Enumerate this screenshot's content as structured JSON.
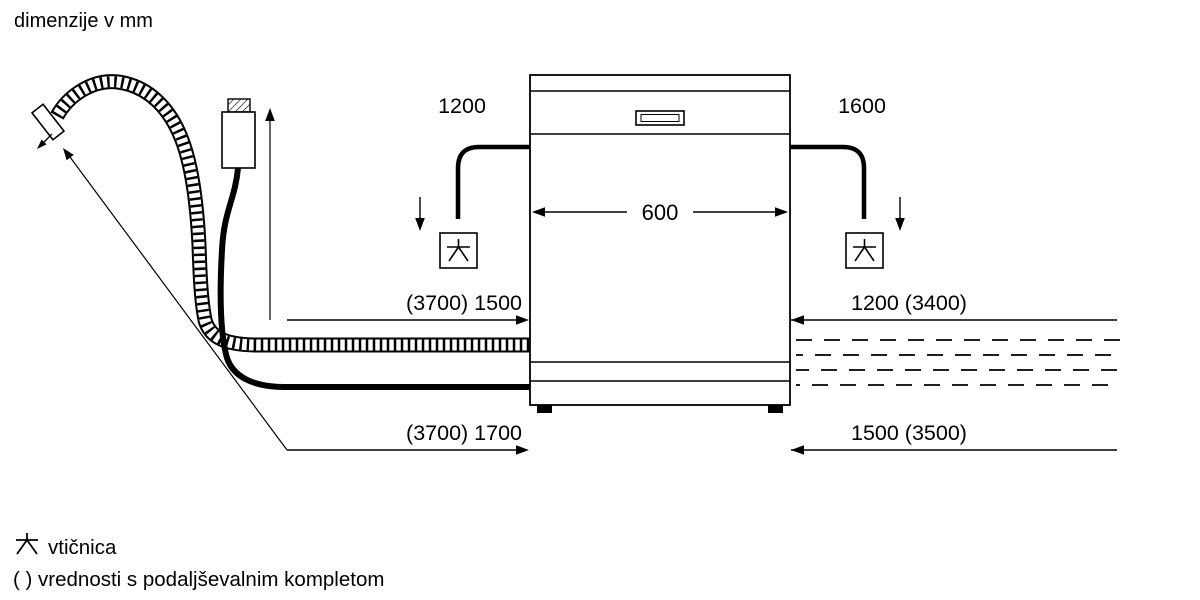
{
  "title": "dimenzije v mm",
  "dimensions": {
    "power_cord_left": "1200",
    "power_cord_right": "1600",
    "appliance_width": "600",
    "hose_upper_left": "(3700) 1500",
    "hose_upper_right": "1200 (3400)",
    "hose_lower_left": "(3700) 1700",
    "hose_lower_right": "1500 (3500)"
  },
  "legend": {
    "socket_label": "vtičnica",
    "extension_note": "( ) vrednosti s podaljševalnim kompletom"
  },
  "icons": {
    "socket": "socket-icon"
  },
  "colors": {
    "line": "#000000",
    "background": "#ffffff"
  }
}
